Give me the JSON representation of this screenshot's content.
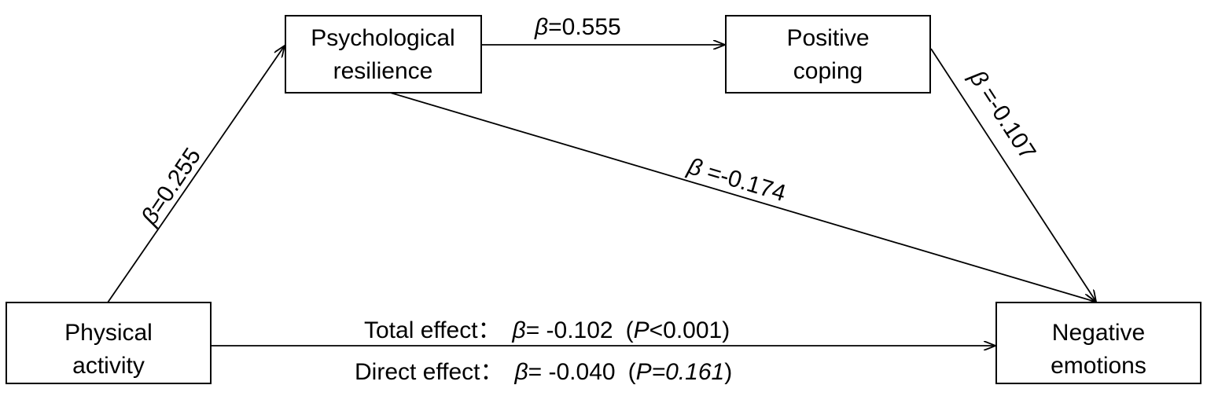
{
  "nodes": {
    "psychological_resilience": [
      "Psychological",
      "resilience"
    ],
    "positive_coping": [
      "Positive",
      "coping"
    ],
    "physical_activity": [
      "Physical",
      "activity"
    ],
    "negative_emotions": [
      "Negative",
      "emotions"
    ]
  },
  "edges": {
    "pa_to_pr": {
      "beta_symbol": "β",
      "value": "=0.255"
    },
    "pr_to_pc": {
      "beta_symbol": "β",
      "value": "=0.555"
    },
    "pr_to_ne": {
      "beta_symbol": "β",
      "value": " =-0.174"
    },
    "pc_to_ne": {
      "beta_symbol": "β",
      "value": " =-0.107"
    }
  },
  "effects": {
    "total": {
      "label": "Total effect：",
      "beta_symbol": "β",
      "value": "= -0.102",
      "p_open": "(",
      "p_symbol": "P",
      "p_value": "<0.001",
      "p_close": ")"
    },
    "direct": {
      "label": "Direct effect：",
      "beta_symbol": "β",
      "value": "= -0.040",
      "p_open": "(",
      "p_symbol": "P",
      "p_value": "=0.161",
      "p_close": ")"
    }
  }
}
